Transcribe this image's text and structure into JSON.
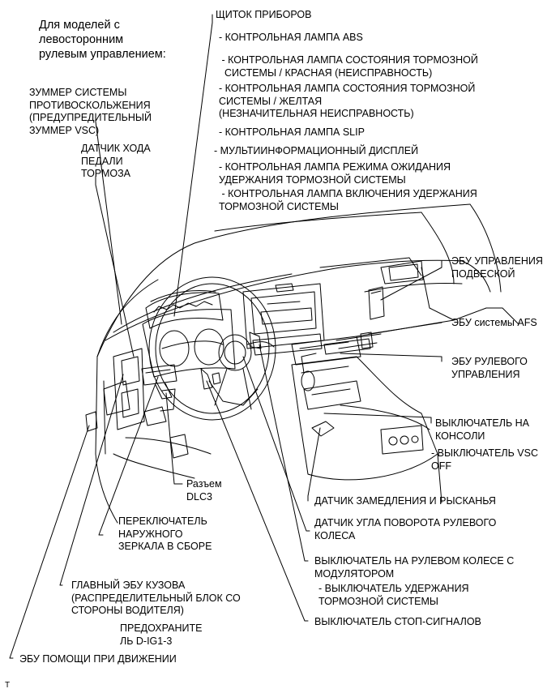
{
  "diagram": {
    "header": "Для моделей с\nлевосторонним\nрулевым управлением:",
    "footer_mark": "T",
    "labels": {
      "buzzer": "ЗУММЕР СИСТЕМЫ\nПРОТИВОСКОЛЬЖЕНИЯ\n(ПРЕДУПРЕДИТЕЛЬНЫЙ\nЗУММЕР VSC)",
      "pedal_sensor": "ДАТЧИК ХОДА\nПЕДАЛИ\nТОРМОЗА",
      "combination_meter": "ЩИТОК ПРИБОРОВ",
      "meter_items": [
        "- КОНТРОЛЬНАЯ ЛАМПА ABS",
        " - КОНТРОЛЬНАЯ ЛАМПА СОСТОЯНИЯ ТОРМОЗНОЙ\n  СИСТЕМЫ / КРАСНАЯ (НЕИСПРАВНОСТЬ)",
        "- КОНТРОЛЬНАЯ ЛАМПА СОСТОЯНИЯ ТОРМОЗНОЙ\nСИСТЕМЫ / ЖЕЛТАЯ\n(НЕЗНАЧИТЕЛЬНАЯ НЕИСПРАВНОСТЬ)",
        "- КОНТРОЛЬНАЯ ЛАМПА SLIP",
        "- МУЛЬТИИНФОРМАЦИОННЫЙ ДИСПЛЕЙ",
        "- КОНТРОЛЬНАЯ ЛАМПА РЕЖИМА ОЖИДАНИЯ\nУДЕРЖАНИЯ ТОРМОЗНОЙ СИСТЕМЫ",
        " - КОНТРОЛЬНАЯ ЛАМПА ВКЛЮЧЕНИЯ УДЕРЖАНИЯ\nТОРМОЗНОЙ СИСТЕМЫ"
      ],
      "suspension_ecu": "ЭБУ УПРАВЛЕНИЯ\nПОДВЕСКОЙ",
      "afs_ecu": "ЭБУ системы AFS",
      "steering_ecu": "ЭБУ РУЛЕВОГО\nУПРАВЛЕНИЯ",
      "console_switch": "ВЫКЛЮЧАТЕЛЬ НА\nКОНСОЛИ",
      "vsc_off": "- ВЫКЛЮЧАТЕЛЬ VSC\nOFF",
      "yaw_sensor": "ДАТЧИК ЗАМЕДЛЕНИЯ И РЫСКАНЬЯ",
      "angle_sensor": "ДАТЧИК УГЛА ПОВОРОТА РУЛЕВОГО\nКОЛЕСА",
      "wheel_switch": "ВЫКЛЮЧАТЕЛЬ НА РУЛЕВОМ КОЛЕСЕ С\nМОДУЛЯТОРОМ",
      "hold_switch": "- ВЫКЛЮЧАТЕЛЬ УДЕРЖАНИЯ\nТОРМОЗНОЙ СИСТЕМЫ",
      "stop_switch": "ВЫКЛЮЧАТЕЛЬ СТОП-СИГНАЛОВ",
      "dlc3": "Разъем\nDLC3",
      "mirror_switch": "ПЕРЕКЛЮЧАТЕЛЬ\nНАРУЖНОГО\nЗЕРКАЛА В СБОРЕ",
      "body_ecu": "ГЛАВНЫЙ ЭБУ КУЗОВА\n(РАСПРЕДЕЛИТЕЛЬНЫЙ БЛОК СО\nСТОРОНЫ ВОДИТЕЛЯ)",
      "fuse": "ПРЕДОХРАНИТЕ\nЛЬ D-IG1-3",
      "driving_support_ecu": "ЭБУ ПОМОЩИ ПРИ ДВИЖЕНИИ"
    }
  }
}
